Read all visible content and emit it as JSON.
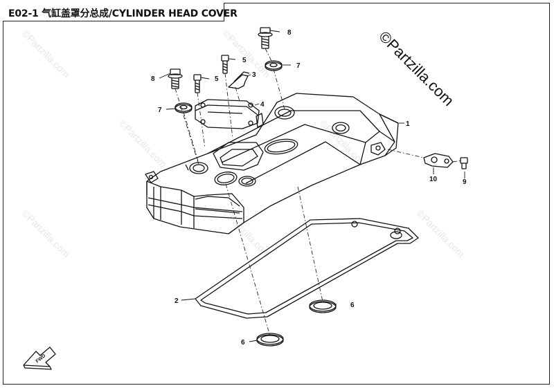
{
  "title": "E02-1 气缸盖罩分总成/CYLINDER HEAD COVER",
  "copyright": "©Partzilla.com",
  "watermarks": [
    "©Partzilla.com",
    "©Partzilla.com",
    "©Partzilla.com",
    "©Partzilla.com",
    "©Partzilla.com",
    "©Partzilla.com",
    "©Partzilla.com"
  ],
  "direction_label": "FWD",
  "callouts": {
    "c1": "1",
    "c2": "2",
    "c3": "3",
    "c4": "4",
    "c5a": "5",
    "c5b": "5",
    "c6a": "6",
    "c6b": "6",
    "c7a": "7",
    "c7b": "7",
    "c8a": "8",
    "c8b": "8",
    "c9": "9",
    "c10": "10"
  }
}
